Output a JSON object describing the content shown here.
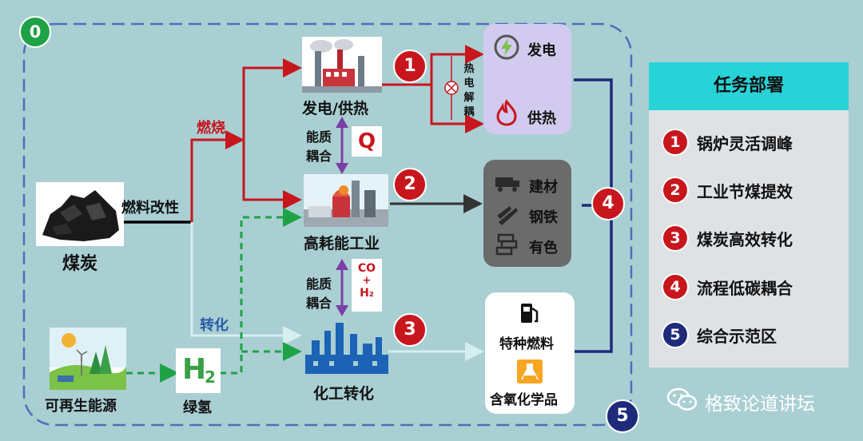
{
  "badges": {
    "zero": "0",
    "one": "1",
    "two": "2",
    "three": "3",
    "four": "4",
    "five": "5"
  },
  "left": {
    "coal": "煤炭",
    "fuel_modify": "燃料改性",
    "renewable": "可再生能源",
    "green_h2": "绿氢",
    "h2_symbol": "H",
    "h2_sub": "2"
  },
  "flow": {
    "burn": "燃烧",
    "transform": "转化",
    "coupling_1": "能质",
    "coupling_2": "耦合",
    "q": "Q",
    "co": "CO",
    "plus": "+",
    "h2": "H₂"
  },
  "center": {
    "power_heat": "发电/供热",
    "industry": "高耗能工业",
    "chemical": "化工转化"
  },
  "decouple": [
    "热",
    "电",
    "解",
    "耦"
  ],
  "outputs": {
    "power": "发电",
    "heat": "供热",
    "materials": "建材",
    "steel": "钢铁",
    "nonferrous": "有色",
    "special_fuel": "特种燃料",
    "oxygenated": "含氧化学品"
  },
  "tasks": {
    "title": "任务部署",
    "items": [
      {
        "num": "1",
        "label": "锅炉灵活调峰",
        "color": "#c8161d"
      },
      {
        "num": "2",
        "label": "工业节煤提效",
        "color": "#c8161d"
      },
      {
        "num": "3",
        "label": "煤炭高效转化",
        "color": "#c8161d"
      },
      {
        "num": "4",
        "label": "流程低碳耦合",
        "color": "#c8161d"
      },
      {
        "num": "5",
        "label": "综合示范区",
        "color": "#1e2a7a"
      }
    ]
  },
  "watermark": "格致论道讲坛",
  "colors": {
    "bg": "#a9cfd3",
    "red": "#c8161d",
    "navy": "#1e2a7a",
    "green": "#1fa246",
    "purple": "#7b3fa6",
    "teal_header": "#28d3d8"
  }
}
